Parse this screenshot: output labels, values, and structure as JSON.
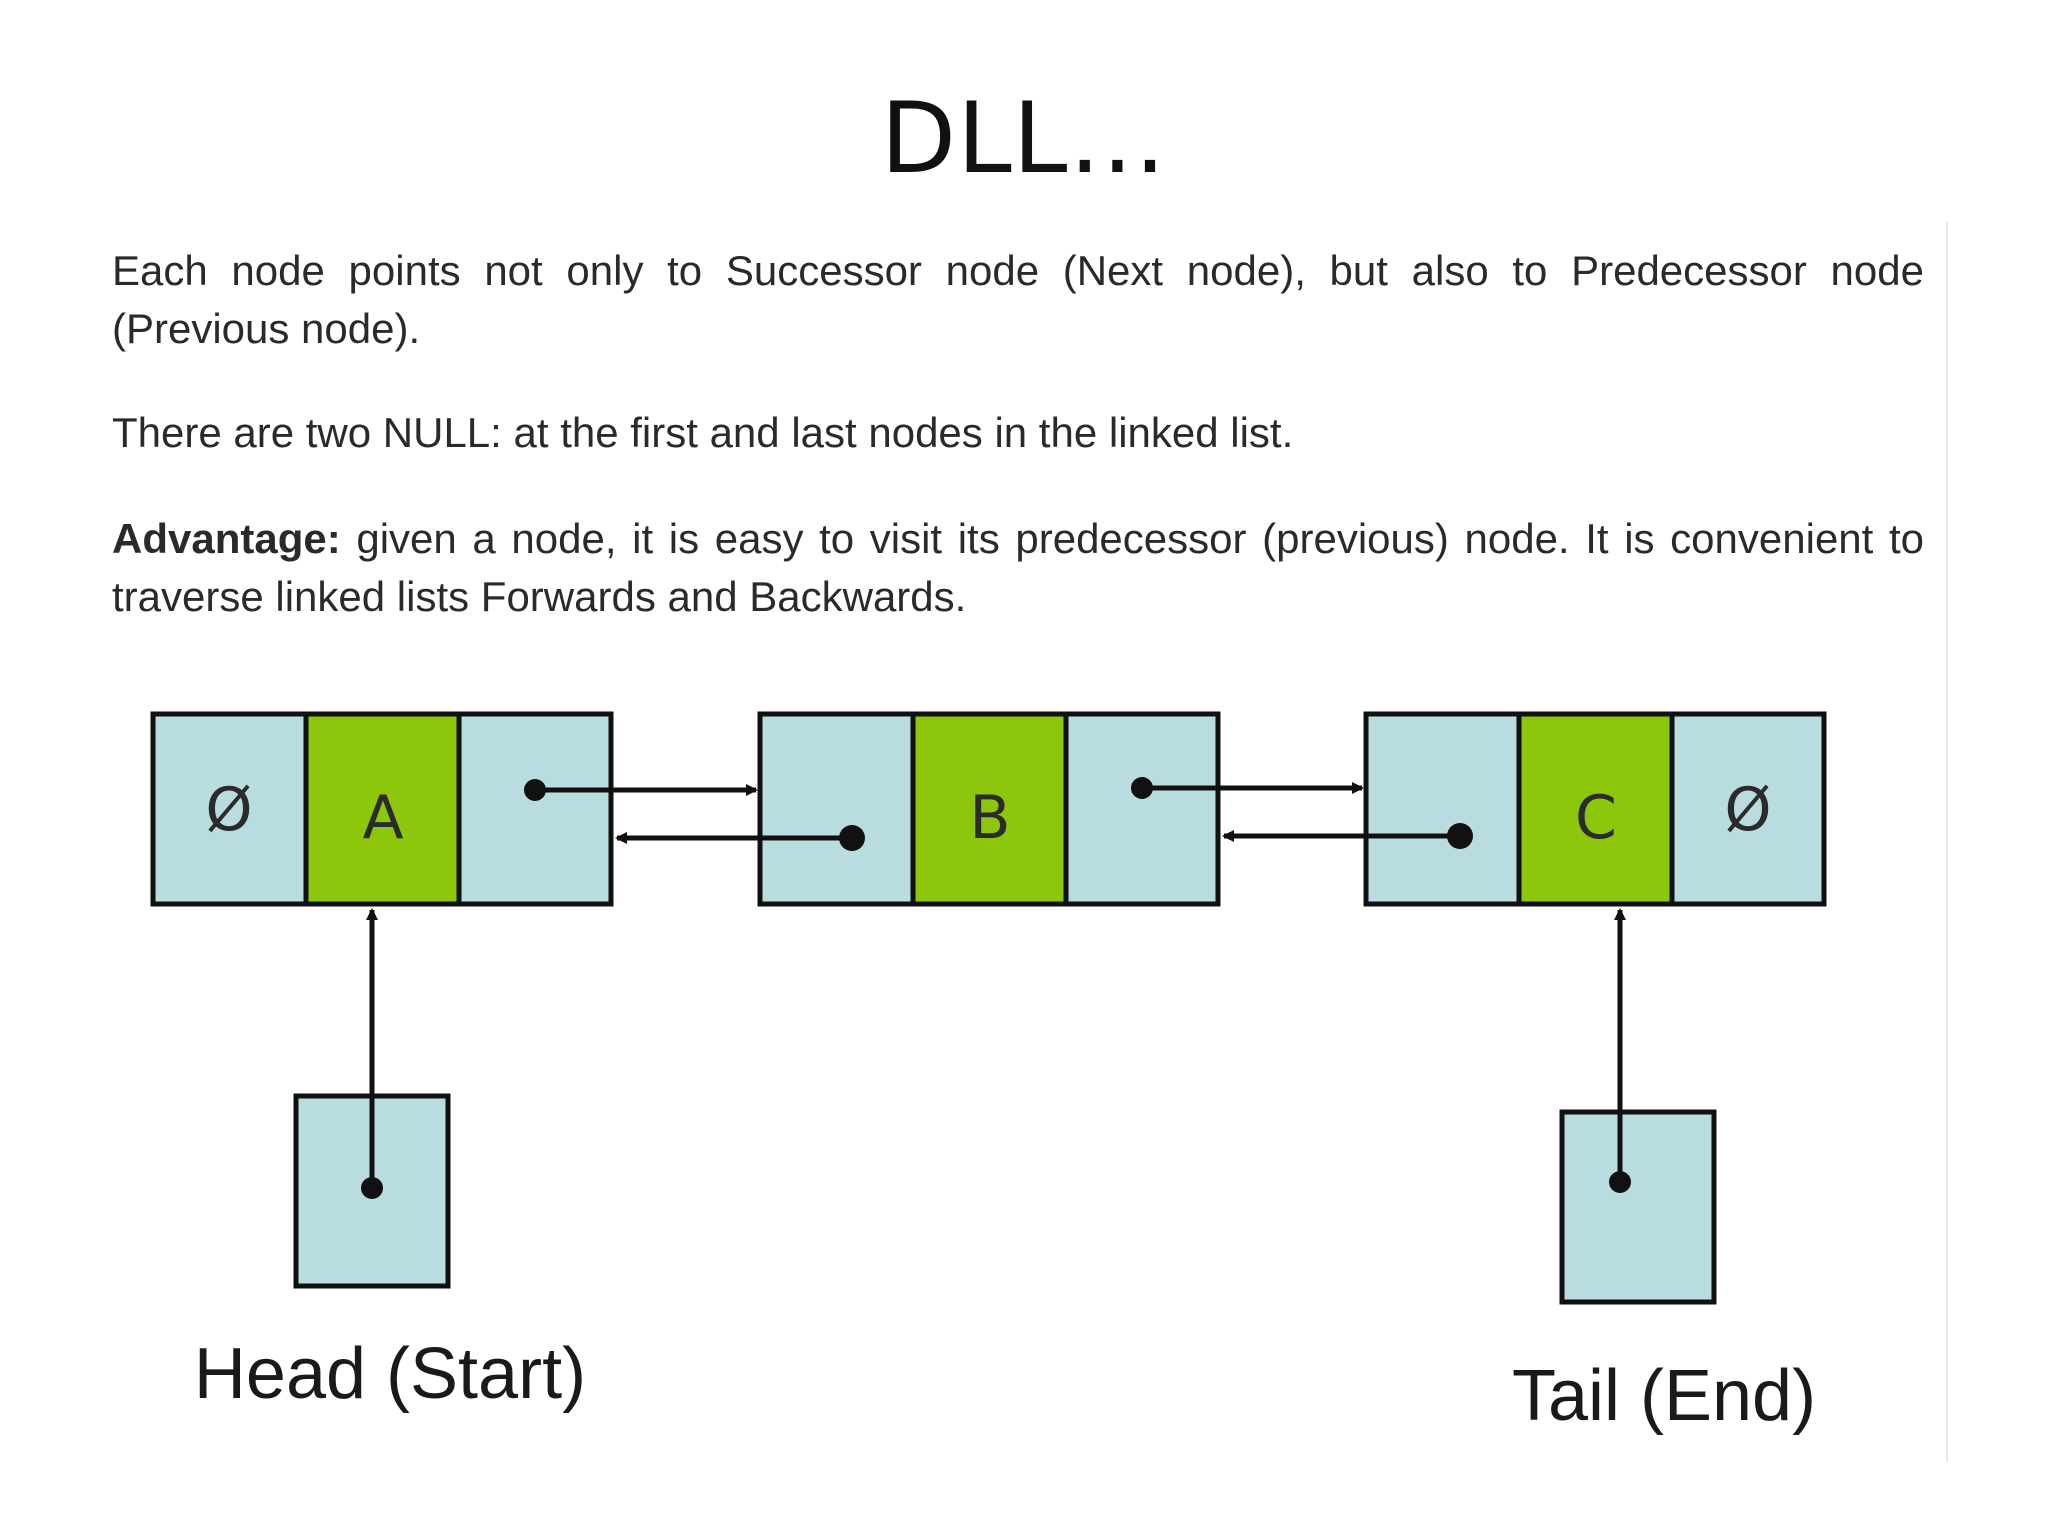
{
  "title": "DLL…",
  "paragraphs": {
    "p1": "Each node points not only to Successor node (Next node), but also to Predecessor node (Previous node).",
    "p2": "There are two NULL: at the first and last nodes in the linked list.",
    "p3_lead": "Advantage:",
    "p3_rest": " given a node, it is easy to visit its predecessor (previous) node. It is convenient to traverse linked lists Forwards and Backwards."
  },
  "diagram": {
    "null_symbol": "Ø",
    "nodes": [
      {
        "label": "A"
      },
      {
        "label": "B"
      },
      {
        "label": "C"
      }
    ],
    "head_label": "Head (Start)",
    "tail_label": "Tail (End)",
    "colors": {
      "pointer_cell": "#b9dce0",
      "data_cell": "#8cc70c",
      "stroke": "#111111"
    }
  }
}
